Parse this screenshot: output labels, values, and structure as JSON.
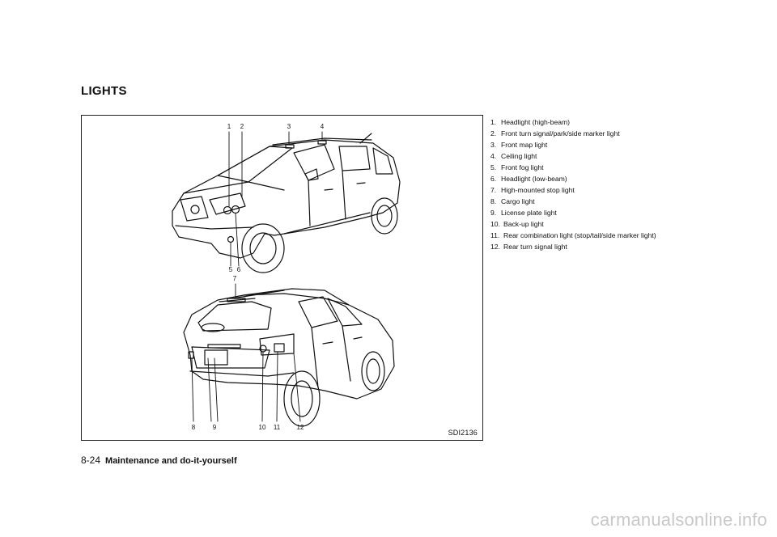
{
  "section_title": "LIGHTS",
  "figure": {
    "code": "SDI2136",
    "callouts": {
      "front": [
        "1",
        "2",
        "3",
        "4",
        "5",
        "6"
      ],
      "rear": [
        "7",
        "8",
        "9",
        "10",
        "11",
        "12"
      ]
    }
  },
  "legend": [
    {
      "num": "1.",
      "label": "Headlight (high-beam)"
    },
    {
      "num": "2.",
      "label": "Front turn signal/park/side marker light"
    },
    {
      "num": "3.",
      "label": "Front map light"
    },
    {
      "num": "4.",
      "label": "Ceiling light"
    },
    {
      "num": "5.",
      "label": "Front fog light"
    },
    {
      "num": "6.",
      "label": "Headlight (low-beam)"
    },
    {
      "num": "7.",
      "label": "High-mounted stop light"
    },
    {
      "num": "8.",
      "label": "Cargo light"
    },
    {
      "num": "9.",
      "label": "License plate light"
    },
    {
      "num": "10.",
      "label": "Back-up light"
    },
    {
      "num": "11.",
      "label": "Rear combination light (stop/tail/side marker light)"
    },
    {
      "num": "12.",
      "label": "Rear turn signal light"
    }
  ],
  "footer": {
    "page_number": "8-24",
    "chapter": "Maintenance and do-it-yourself"
  },
  "watermark": "carmanualsonline.info"
}
